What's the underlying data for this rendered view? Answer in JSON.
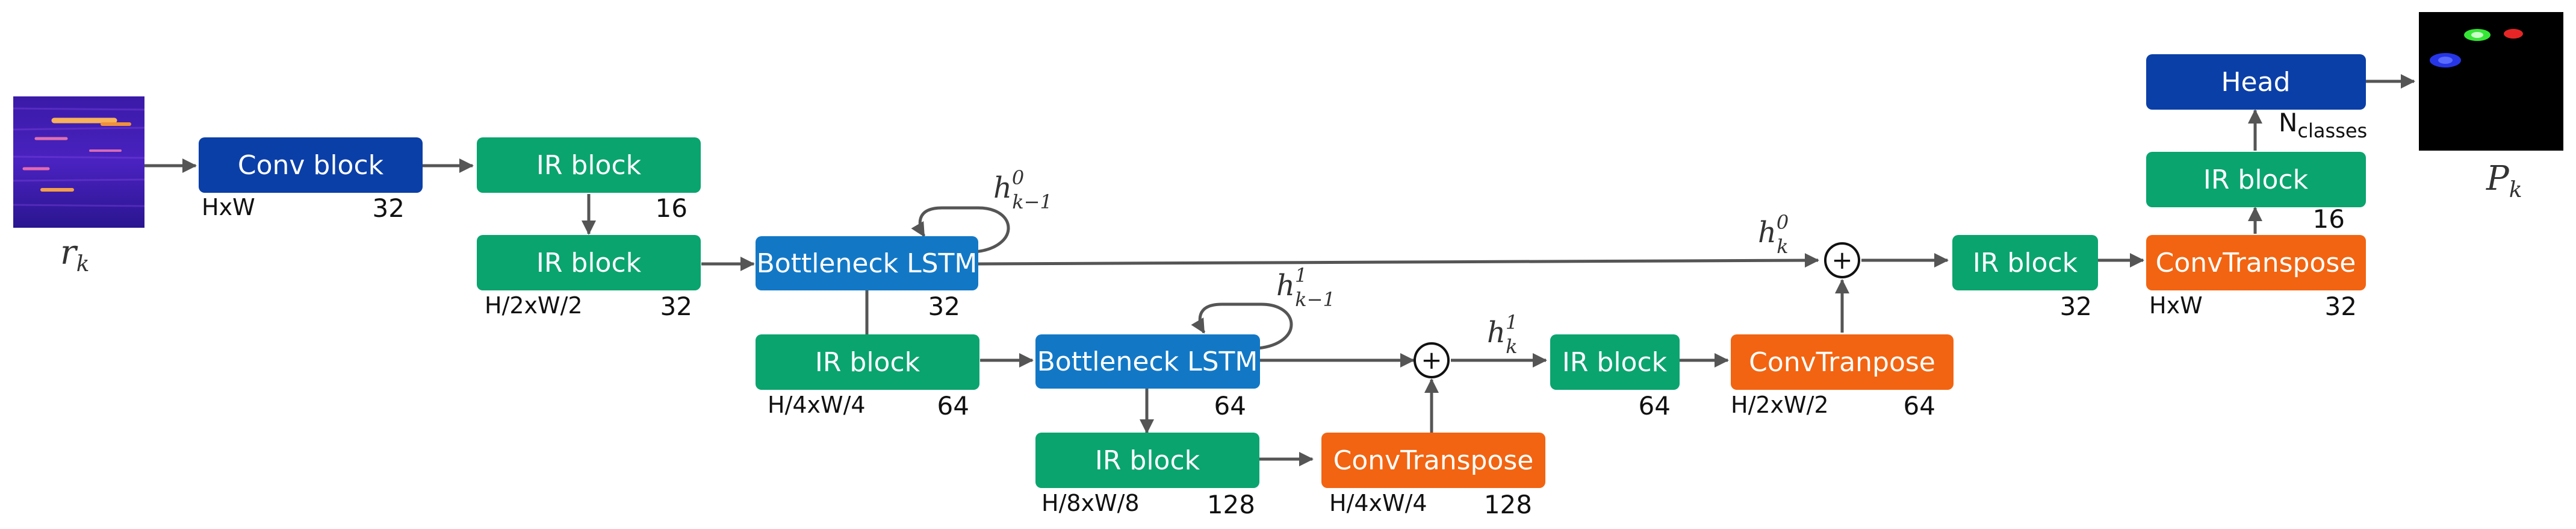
{
  "colors": {
    "conv_block": "#0b3fa8",
    "ir_block": "#0aa46f",
    "bottleneck": "#1278c6",
    "conv_transpose": "#f26411",
    "head": "#0b3fa8",
    "edge": "#555555"
  },
  "input": {
    "symbol": "r",
    "subscript": "k"
  },
  "output": {
    "symbol": "P",
    "subscript": "k"
  },
  "blocks": {
    "conv_block": {
      "label": "Conv block",
      "dims": "HxW",
      "channels": "32"
    },
    "ir1": {
      "label": "IR block",
      "channels": "16"
    },
    "ir2": {
      "label": "IR block",
      "dims": "H/2xW/2",
      "channels": "32"
    },
    "lstm1": {
      "label": "Bottleneck LSTM",
      "channels": "32"
    },
    "ir3": {
      "label": "IR block",
      "dims": "H/4xW/4",
      "channels": "64"
    },
    "lstm2": {
      "label": "Bottleneck LSTM",
      "channels": "64"
    },
    "ir4": {
      "label": "IR block",
      "dims": "H/8xW/8",
      "channels": "128"
    },
    "ct1": {
      "label": "ConvTranspose",
      "dims": "H/4xW/4",
      "channels": "128"
    },
    "ir5": {
      "label": "IR block",
      "channels": "64"
    },
    "ct2": {
      "label": "ConvTranpose",
      "dims": "H/2xW/2",
      "channels": "64"
    },
    "ir6": {
      "label": "IR block",
      "channels": "32"
    },
    "ct3": {
      "label": "ConvTranspose",
      "dims": "HxW",
      "channels": "32"
    },
    "ir7": {
      "label": "IR block",
      "channels": "16"
    },
    "head": {
      "label": "Head",
      "out_label": "N",
      "out_sub": "classes"
    }
  },
  "hidden_states": {
    "h_prev0": {
      "base": "h",
      "sub": "k−1",
      "sup": "0"
    },
    "h_prev1": {
      "base": "h",
      "sub": "k−1",
      "sup": "1"
    },
    "h_k0": {
      "base": "h",
      "sub": "k",
      "sup": "0"
    },
    "h_k1": {
      "base": "h",
      "sub": "k",
      "sup": "1"
    }
  },
  "operators": {
    "add": "+"
  }
}
